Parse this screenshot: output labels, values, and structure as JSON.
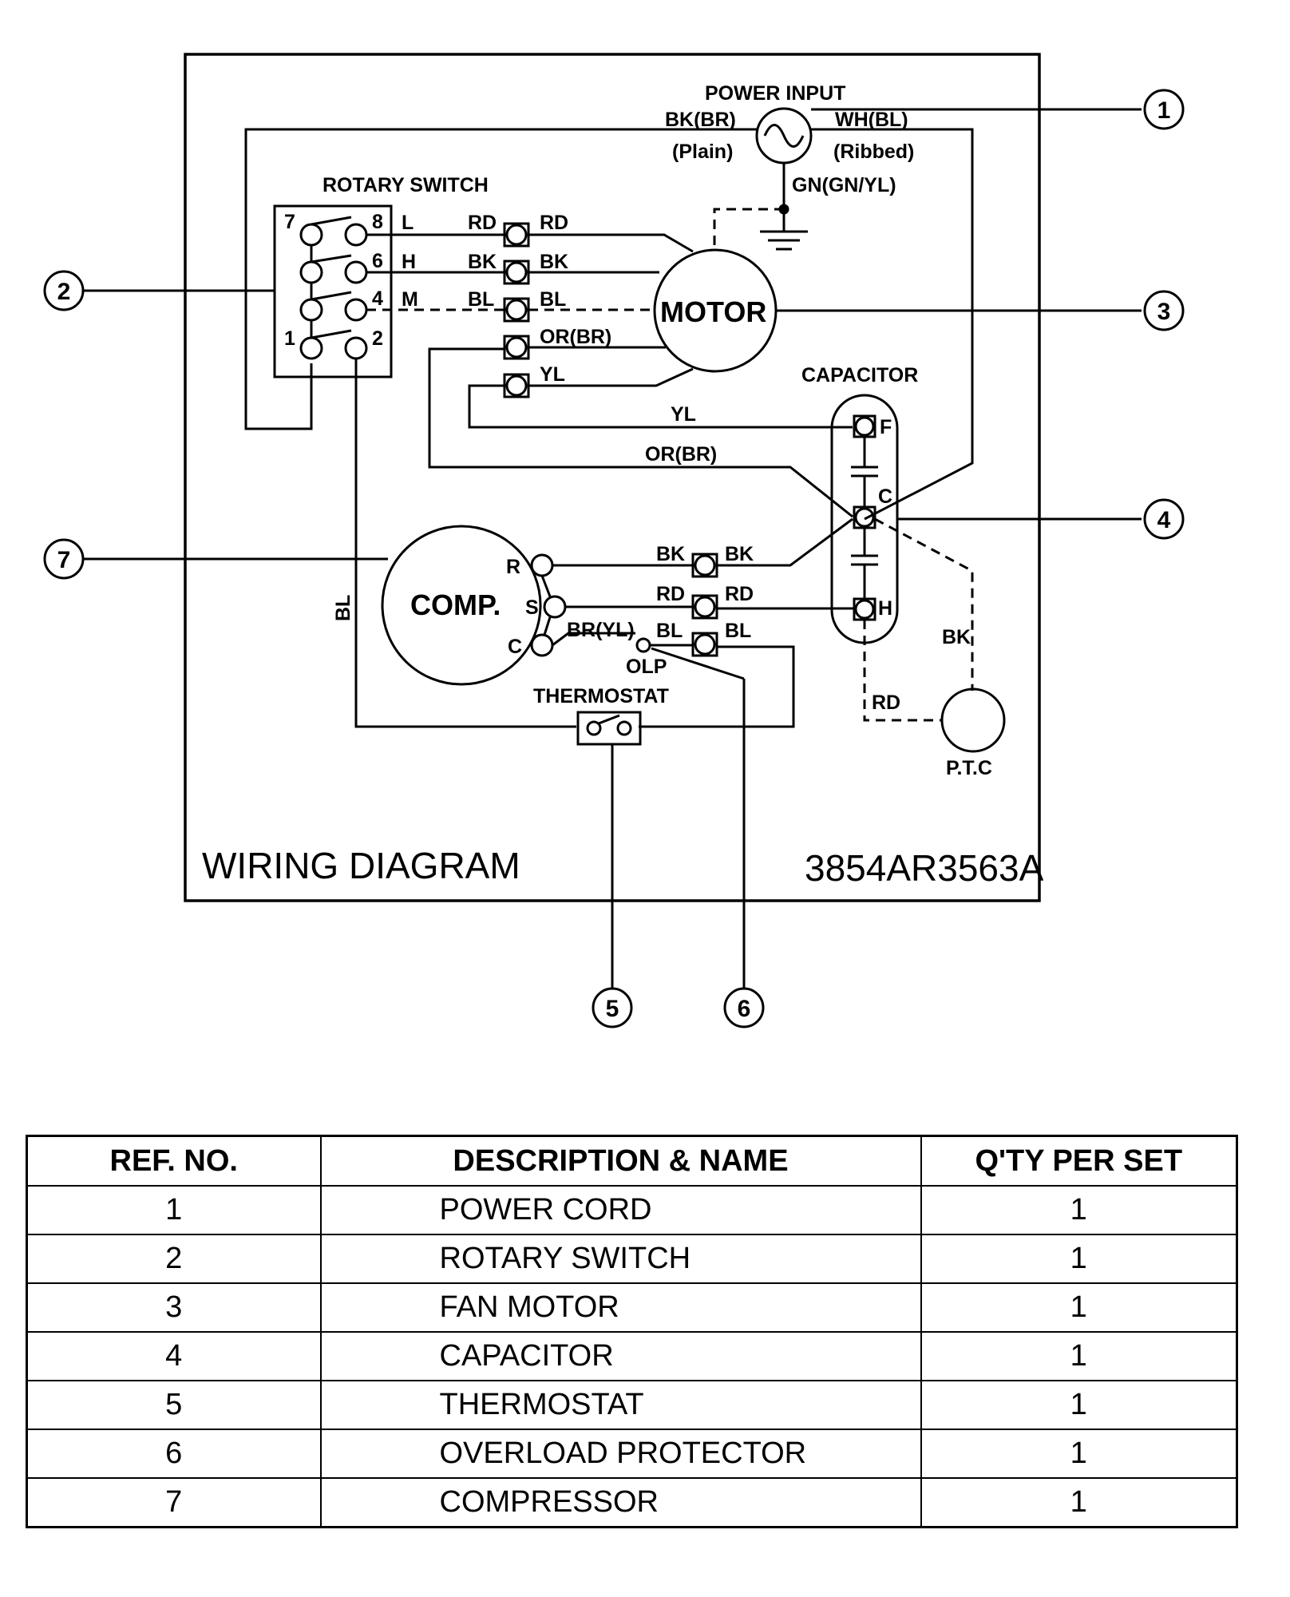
{
  "diagram": {
    "title": "WIRING DIAGRAM",
    "part_number": "3854AR3563A",
    "labels": {
      "power_input": "POWER  INPUT",
      "bk_br": "BK(BR)",
      "plain": "(Plain)",
      "wh_bl": "WH(BL)",
      "ribbed": "(Ribbed)",
      "gn": "GN(GN/YL)",
      "rotary_switch": "ROTARY SWITCH",
      "motor": "MOTOR",
      "capacitor": "CAPACITOR",
      "comp": "COMP.",
      "olp": "OLP",
      "thermostat": "THERMOSTAT",
      "ptc": "P.T.C",
      "pin7": "7",
      "pin8": "8",
      "pin6": "6",
      "pin4": "4",
      "pin1": "1",
      "pin2": "2",
      "sw_l": "L",
      "sw_h": "H",
      "sw_m": "M",
      "rd": "RD",
      "bk": "BK",
      "bl": "BL",
      "or_br": "OR(BR)",
      "yl": "YL",
      "cap_f": "F",
      "cap_c": "C",
      "cap_h": "H",
      "comp_r": "R",
      "comp_s": "S",
      "comp_c": "C",
      "br_yl": "BR(YL)"
    },
    "callouts": [
      "1",
      "2",
      "3",
      "4",
      "5",
      "6",
      "7"
    ]
  },
  "table": {
    "headers": [
      "REF. NO.",
      "DESCRIPTION & NAME",
      "Q'TY PER SET"
    ],
    "rows": [
      [
        "1",
        "POWER CORD",
        "1"
      ],
      [
        "2",
        "ROTARY SWITCH",
        "1"
      ],
      [
        "3",
        "FAN MOTOR",
        "1"
      ],
      [
        "4",
        "CAPACITOR",
        "1"
      ],
      [
        "5",
        "THERMOSTAT",
        "1"
      ],
      [
        "6",
        "OVERLOAD PROTECTOR",
        "1"
      ],
      [
        "7",
        "COMPRESSOR",
        "1"
      ]
    ]
  }
}
